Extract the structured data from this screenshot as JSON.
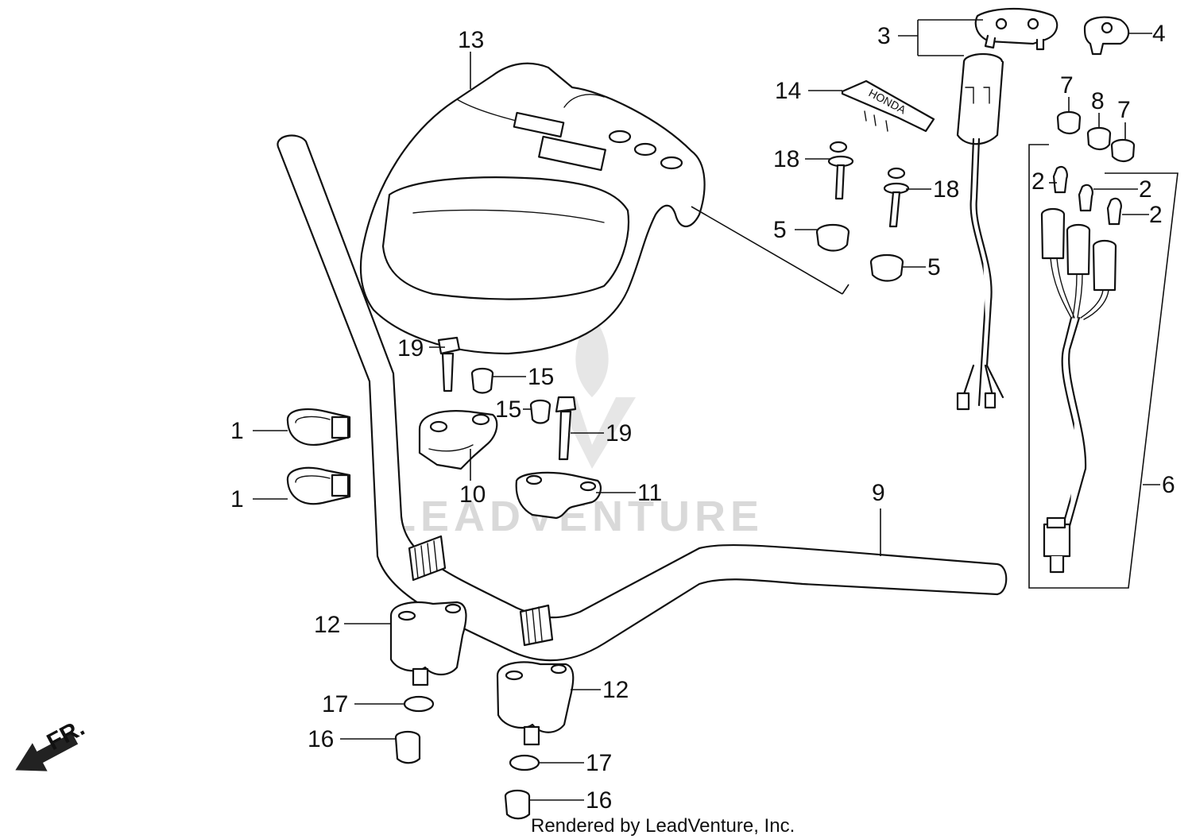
{
  "watermark": "LEADVENTURE",
  "footer": "Rendered by LeadVenture, Inc.",
  "direction_label": "FR.",
  "callouts": {
    "c1a": "1",
    "c1b": "1",
    "c2a": "2",
    "c2b": "2",
    "c2c": "2",
    "c3": "3",
    "c4": "4",
    "c5a": "5",
    "c5b": "5",
    "c6": "6",
    "c7a": "7",
    "c7b": "7",
    "c8": "8",
    "c9": "9",
    "c10": "10",
    "c11": "11",
    "c12a": "12",
    "c12b": "12",
    "c13": "13",
    "c14": "14",
    "c15a": "15",
    "c15b": "15",
    "c16a": "16",
    "c16b": "16",
    "c17a": "17",
    "c17b": "17",
    "c18a": "18",
    "c18b": "18",
    "c19a": "19",
    "c19b": "19"
  },
  "emblem_text": "HONDA"
}
